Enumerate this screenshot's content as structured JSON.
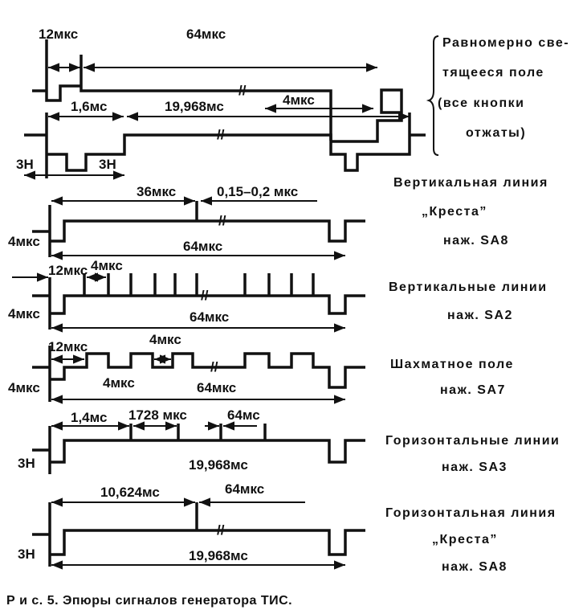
{
  "diagrams": [
    {
      "title_lines": [
        "Равномерно све-",
        "тящееся поле",
        "(все кнопки",
        "отжаты)"
      ],
      "labels": [
        "12мкс",
        "64мкс",
        "1,6мс",
        "19,968мс",
        "4мкс",
        "3Н",
        "3Н"
      ]
    },
    {
      "title_lines": [
        "Вертикальная линия",
        "„Креста”",
        "наж. SA8"
      ],
      "labels": [
        "36мкс",
        "0,15–0,2 мкс",
        "4мкс",
        "64мкс"
      ]
    },
    {
      "title_lines": [
        "Вертикальные линии",
        "наж. SA2"
      ],
      "labels": [
        "12мкс",
        "4мкс",
        "4мкс",
        "64мкс"
      ]
    },
    {
      "title_lines": [
        "Шахматное поле",
        "наж. SA7"
      ],
      "labels": [
        "12мкс",
        "4мкс",
        "4мкс",
        "4мкс",
        "64мкс"
      ]
    },
    {
      "title_lines": [
        "Горизонтальные линии",
        "наж. SA3"
      ],
      "labels": [
        "1,4мс",
        "1728 мкс",
        "64мс",
        "3Н",
        "19,968мс"
      ]
    },
    {
      "title_lines": [
        "Горизонтальная линия",
        "„Креста”",
        "наж. SA8"
      ],
      "labels": [
        "10,624мс",
        "64мкс",
        "3Н",
        "19,968мс"
      ]
    }
  ],
  "caption": "Р и с. 5. Эпюры сигналов генератора ТИС."
}
